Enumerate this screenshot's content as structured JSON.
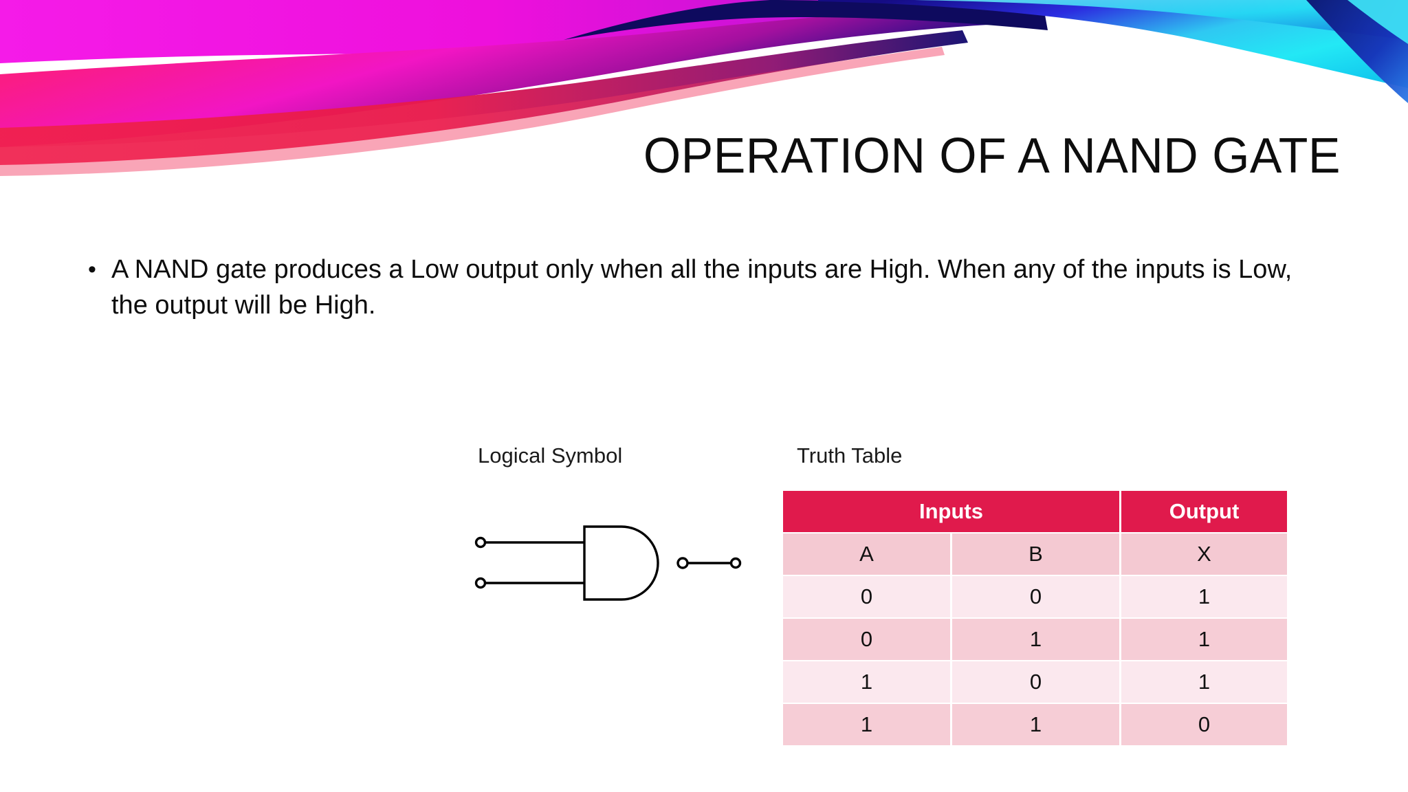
{
  "slide": {
    "title": "OPERATION OF A NAND GATE",
    "bullet_marker": "•",
    "body_text": "A NAND gate produces a Low output only when all the inputs are High. When any of the inputs is Low, the output will be High."
  },
  "captions": {
    "logical_symbol": "Logical Symbol",
    "truth_table": "Truth Table"
  },
  "gate": {
    "type": "nand-gate-symbol",
    "input_terminals": 2,
    "has_inversion_bubble": true
  },
  "truth_table": {
    "group_headers": [
      "Inputs",
      "Output"
    ],
    "columns": [
      "A",
      "B",
      "X"
    ],
    "rows": [
      [
        "0",
        "0",
        "1"
      ],
      [
        "0",
        "1",
        "1"
      ],
      [
        "1",
        "0",
        "1"
      ],
      [
        "1",
        "1",
        "0"
      ]
    ]
  },
  "colors": {
    "header_crimson": "#E01A4C",
    "row_label_pink": "#F4C9D2",
    "row_light_pink": "#FBE8EE",
    "row_mid_pink": "#F6CDD6",
    "banner_magenta": "#E810D8",
    "banner_crimson": "#E8194B",
    "banner_navy": "#120B6E",
    "banner_cyan": "#23E4F0",
    "text_black": "#0D0D0D"
  }
}
